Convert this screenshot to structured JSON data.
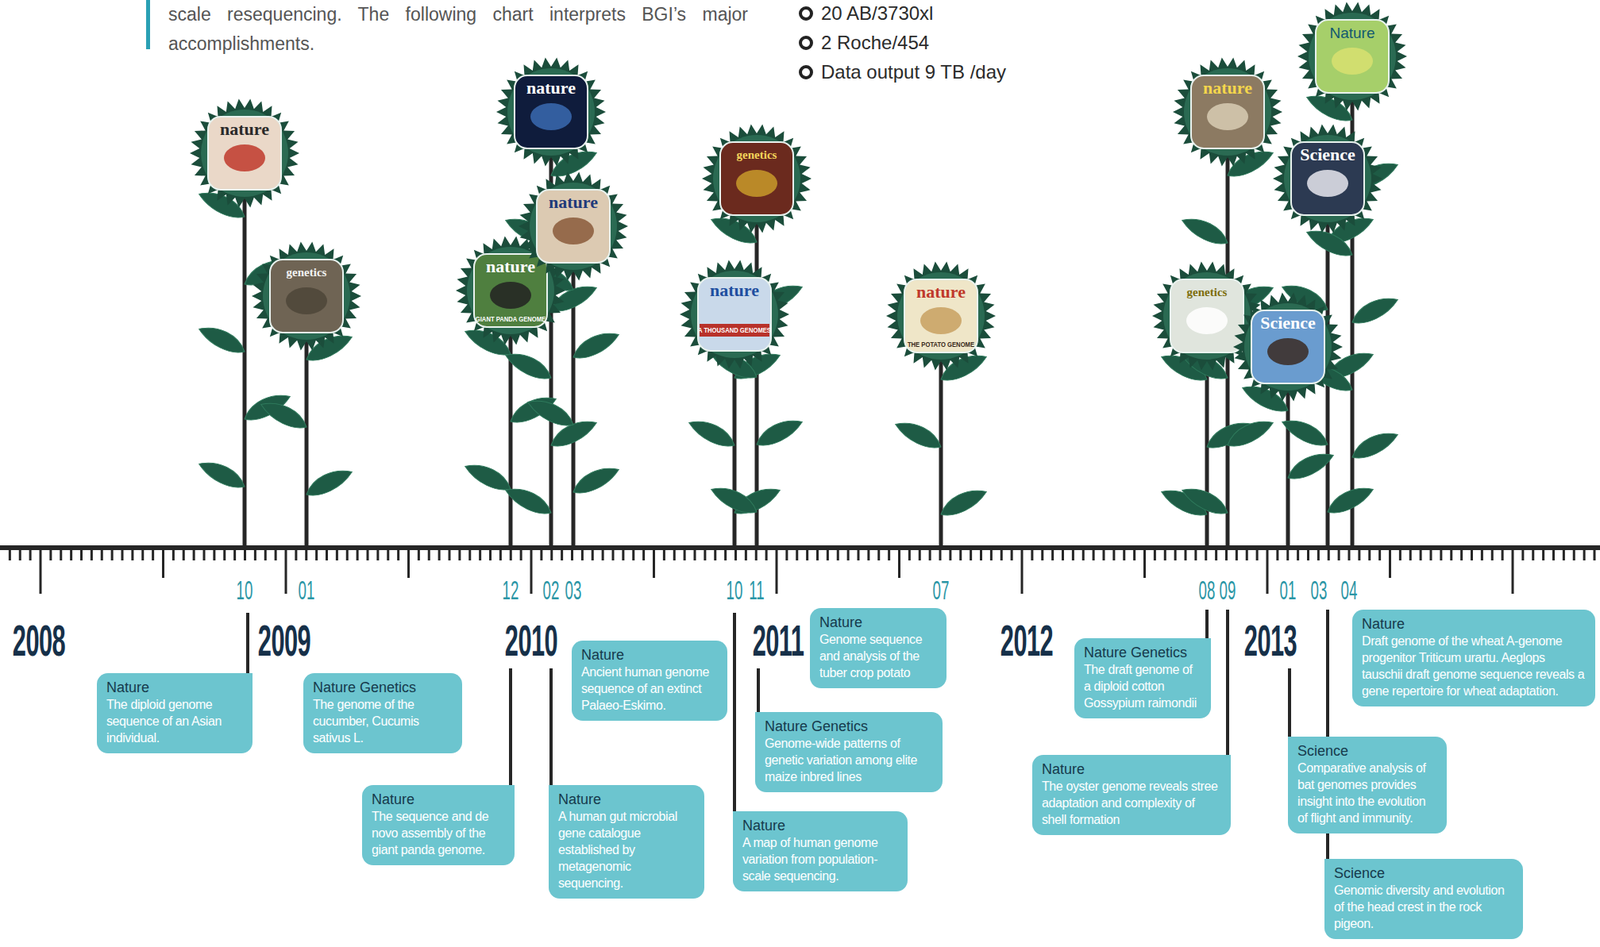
{
  "diagram": {
    "nodes": [
      {
        "text": [
          "Nature",
          "The diploid genome sequence of an Asian individual."
        ]
      },
      {
        "text": [
          "Nature Genetics",
          "The genome of the cucumber, Cucumis sativus L."
        ]
      },
      {
        "text": [
          "Nature",
          "The sequence and de novo assembly of the giant panda genome."
        ]
      },
      {
        "text": [
          "Nature",
          "A human gut microbial gene catalogue established by metagenomic sequencing."
        ]
      },
      {
        "text": [
          "Nature",
          "Ancient human genome sequence of an extinct Palaeo-Eskimo."
        ]
      },
      {
        "text": [
          "Nature",
          "A map of human genome variation from population-scale sequencing."
        ]
      },
      {
        "text": [
          "Nature Genetics",
          "Genome-wide patterns of genetic variation among elite maize inbred lines"
        ]
      },
      {
        "text": [
          "Nature",
          "Genome sequence and analysis of the tuber crop potato"
        ]
      },
      {
        "text": [
          "Nature Genetics",
          "The draft genome of a diploid cotton Gossypium raimondii"
        ]
      },
      {
        "text": [
          "Nature",
          "The oyster genome reveals stree adaptation and complexity of shell formation"
        ]
      },
      {
        "text": [
          "Science",
          "Comparative analysis of bat genomes provides insight into the evolution of flight and immunity."
        ]
      },
      {
        "text": [
          "Science",
          "Genomic diversity and evolution of the head crest in the rock pigeon."
        ]
      },
      {
        "text": [
          "Nature",
          "Draft genome of the wheat A-genome progenitor Triticum urartu. Aeglops tauschii draft genome sequence reveals a gene repertoire for wheat adaptation."
        ]
      }
    ],
    "labels": [
      "scale resequencing. The following chart interprets BGI’s major accomplishments.",
      "20 AB/3730xl",
      "2 Roche/454",
      "Data output 9 TB /day",
      "2008",
      "2009",
      "2010",
      "2011",
      "2012",
      "2013",
      "10",
      "01",
      "12",
      "02",
      "03",
      "10",
      "11",
      "07",
      "08",
      "09",
      "01",
      "03",
      "04",
      "nature",
      "genetics",
      "nature",
      "nature",
      "nature",
      "nature",
      "genetics",
      "nature",
      "genetics",
      "nature",
      "Science",
      "Science",
      "Nature",
      "GIANT PANDA GENOME",
      "A THOUSAND GENOMES",
      "THE POTATO GENOME"
    ]
  }
}
